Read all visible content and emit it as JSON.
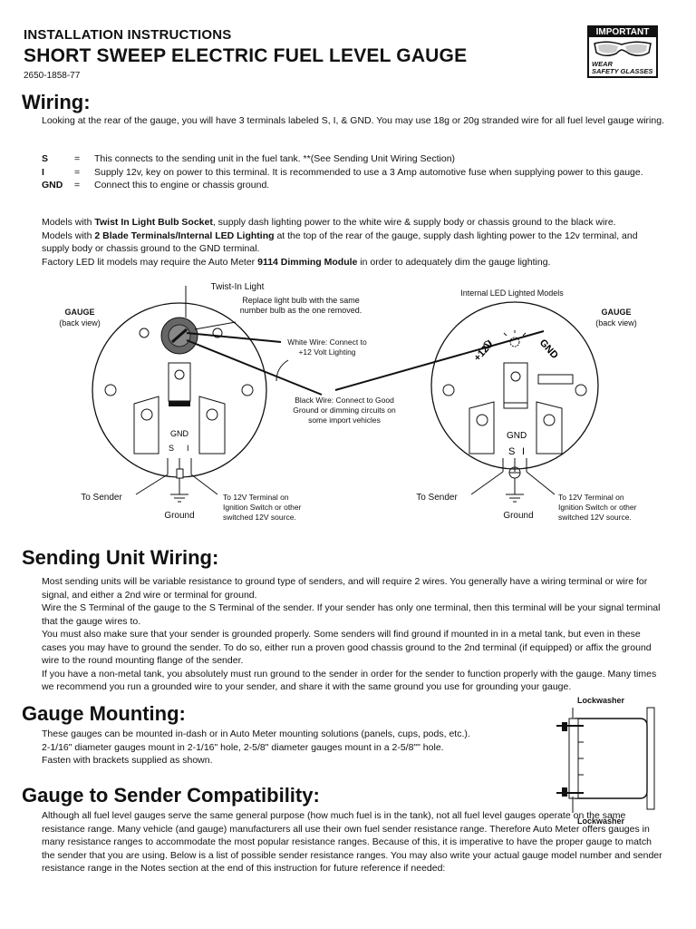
{
  "header": {
    "subtitle": "INSTALLATION INSTRUCTIONS",
    "title": "SHORT SWEEP ELECTRIC FUEL LEVEL GAUGE",
    "part_number": "2650-1858-77",
    "important_badge": "IMPORTANT",
    "safety_line1": "WEAR",
    "safety_line2": "SAFETY GLASSES"
  },
  "wiring": {
    "heading": "Wiring:",
    "intro": "Looking at the rear of the gauge, you will have 3 terminals labeled S, I, & GND. You may use 18g or 20g stranded wire for all fuel level gauge wiring.",
    "terminals": [
      {
        "key": "S",
        "eq": "=",
        "desc": "This connects to the sending unit in the fuel tank. **(See Sending Unit Wiring Section)"
      },
      {
        "key": "I",
        "eq": "=",
        "desc": "Supply 12v, key on power to this terminal. It is recommended to use a 3 Amp automotive fuse when supplying power to this gauge."
      },
      {
        "key": "GND",
        "eq": "=",
        "desc": "Connect this to engine or chassis ground."
      }
    ],
    "models_p1_a": "Models with ",
    "models_p1_b": "Twist In Light Bulb Socket",
    "models_p1_c": ", supply dash lighting power to the white wire & supply body or chassis ground to the black wire.",
    "models_p2_a": "Models with ",
    "models_p2_b": "2 Blade Terminals/Internal LED Lighting",
    "models_p2_c": " at the top of the rear of the gauge, supply dash lighting power to the 12v terminal, and supply body or chassis ground to the GND terminal.",
    "models_p3_a": "Factory LED lit models may require the Auto Meter ",
    "models_p3_b": "9114 Dimming Module",
    "models_p3_c": " in order to adequately dim the gauge lighting."
  },
  "diagram": {
    "twist_in_light": "Twist-In Light",
    "replace_bulb": "Replace light bulb with the same number bulb as the one removed.",
    "internal_led": "Internal LED Lighted Models",
    "gauge_left": "GAUGE",
    "back_view_left": "(back view)",
    "gauge_right": "GAUGE",
    "back_view_right": "(back view)",
    "white_wire": "White Wire: Connect to +12 Volt Lighting",
    "black_wire": "Black Wire: Connect to Good Ground or dimming circuits on some import vehicles",
    "gnd": "GND",
    "s": "S",
    "i": "I",
    "plus12v": "+12V",
    "to_sender_left": "To Sender",
    "to_sender_right": "To Sender",
    "ground_left": "Ground",
    "ground_right": "Ground",
    "to_12v_left": "To 12V Terminal on Ignition Switch or other switched 12V source.",
    "to_12v_right": "To 12V Terminal on Ignition Switch or other switched 12V source."
  },
  "sending_unit": {
    "heading": "Sending Unit Wiring:",
    "p1": "Most sending units will be variable resistance to ground type of senders, and will require 2 wires. You generally have a wiring terminal or wire for signal, and either a 2nd wire or terminal for ground.",
    "p2": "Wire the S Terminal of the gauge to the S Terminal of the sender. If your sender has only one terminal, then this terminal will be your signal terminal that the gauge wires to.",
    "p3": "You must also make sure that your sender is grounded properly. Some senders will find ground if mounted in in a metal tank, but even in these cases you may have to ground the sender. To do so, either run a proven good chassis ground to the 2nd terminal (if equipped) or affix the ground wire to the round mounting flange of the sender.",
    "p4": "If you have a non-metal tank, you absolutely must run ground to the sender in order for the sender to function properly with the gauge. Many times we recommend you run a grounded wire to your sender, and share it with the same ground you use for grounding your gauge."
  },
  "mounting": {
    "heading": "Gauge Mounting:",
    "p1": "These gauges can be mounted in-dash or in Auto Meter mounting solutions (panels, cups, pods, etc.).",
    "p2": "2-1/16\" diameter gauges mount in 2-1/16\" hole, 2-5/8\" diameter gauges mount in a 2-5/8\"\" hole.",
    "p3": "Fasten with brackets supplied as shown.",
    "lockwasher_top": "Lockwasher",
    "lockwasher_bottom": "Lockwasher"
  },
  "compat": {
    "heading": "Gauge to Sender Compatibility:",
    "p1": "Although all fuel level gauges serve the same general purpose (how much fuel is in the tank), not all fuel level gauges operate on the same resistance range. Many vehicle (and gauge) manufacturers all use their own fuel sender resistance range. Therefore Auto Meter offers gauges in many resistance ranges to accommodate the most popular resistance ranges. Because of this, it is imperative to have the proper gauge to match the sender that you are using. Below is a list of possible sender resistance ranges. You may also write your actual gauge model number and sender resistance range in the Notes section at the end of this instruction for future reference if needed:"
  }
}
